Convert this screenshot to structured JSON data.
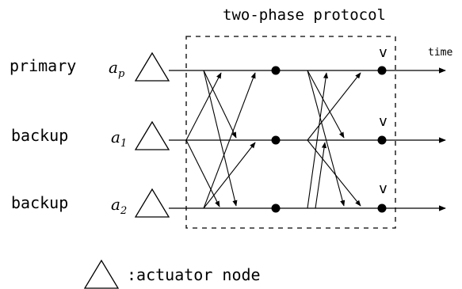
{
  "title": "two-phase protocol",
  "time_label": "time",
  "nodes": [
    {
      "role": "primary",
      "symbol": "a",
      "subscript": "p",
      "decision": "v"
    },
    {
      "role": "backup",
      "symbol": "a",
      "subscript": "1",
      "decision": "v"
    },
    {
      "role": "backup",
      "symbol": "a",
      "subscript": "2",
      "decision": "v"
    }
  ],
  "legend": {
    "label": ":actuator node",
    "icon": "triangle-icon"
  },
  "colors": {
    "ink": "#000000",
    "background": "#ffffff"
  }
}
